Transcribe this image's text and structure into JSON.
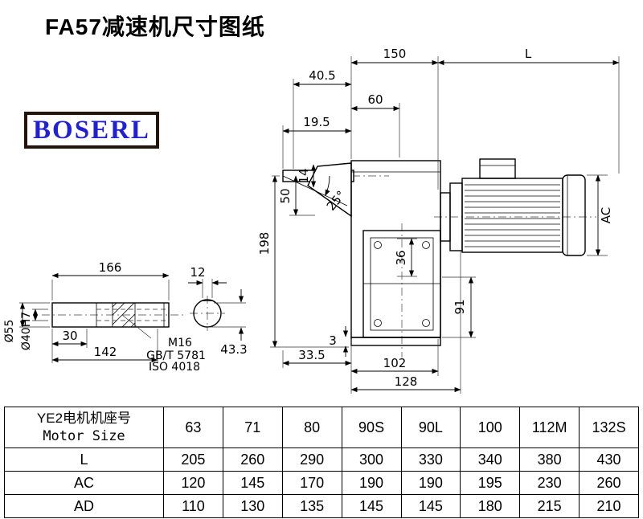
{
  "page": {
    "title": "FA57减速机尺寸图纸"
  },
  "logo": {
    "text": "BOSERL"
  },
  "drawing": {
    "dims": {
      "d150": "150",
      "dL": "L",
      "d40_5": "40.5",
      "d60": "60",
      "d19_5": "19.5",
      "d14": "14",
      "d50": "50",
      "d25": "25°",
      "d198": "198",
      "dAC": "AC",
      "d36": "36",
      "d91": "91",
      "d3": "3",
      "d33_5": "33.5",
      "d102": "102",
      "d128": "128",
      "d166": "166",
      "d12": "12",
      "d30": "30",
      "d142": "142",
      "m16": "M16",
      "gbt": "GB/T 5781",
      "iso": "ISO 4018",
      "d43_3": "43.3",
      "d55": "Ø55",
      "d40h7": "Ø40H7"
    }
  },
  "table": {
    "header": {
      "line1": "YE2电机机座号",
      "line2": "Motor Size"
    },
    "sizes": [
      "63",
      "71",
      "80",
      "90S",
      "90L",
      "100",
      "112M",
      "132S"
    ],
    "rows": [
      {
        "label": "L",
        "values": [
          "205",
          "260",
          "290",
          "300",
          "330",
          "340",
          "380",
          "430"
        ]
      },
      {
        "label": "AC",
        "values": [
          "120",
          "145",
          "170",
          "190",
          "190",
          "195",
          "230",
          "260"
        ]
      },
      {
        "label": "AD",
        "values": [
          "110",
          "130",
          "135",
          "145",
          "145",
          "180",
          "215",
          "210"
        ]
      }
    ]
  }
}
